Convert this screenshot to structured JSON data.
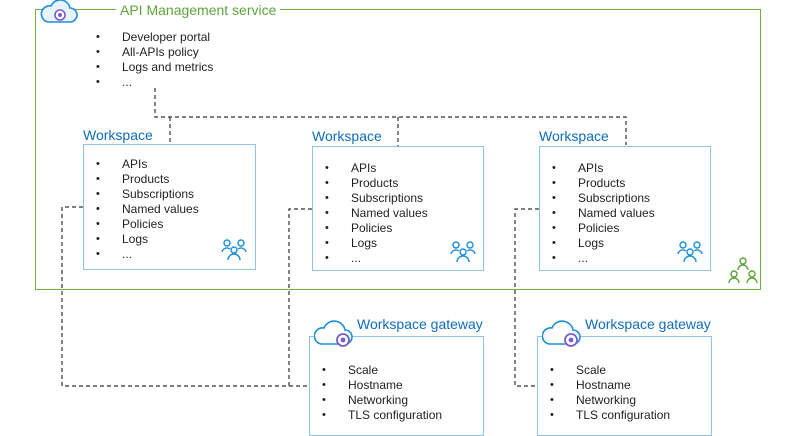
{
  "service": {
    "title": "API Management service",
    "items": [
      "Developer portal",
      "All-APIs policy",
      "Logs and metrics",
      "..."
    ]
  },
  "workspaces": [
    {
      "title": "Workspace",
      "items": [
        "APIs",
        "Products",
        "Subscriptions",
        "Named values",
        "Policies",
        "Logs",
        "..."
      ]
    },
    {
      "title": "Workspace",
      "items": [
        "APIs",
        "Products",
        "Subscriptions",
        "Named values",
        "Policies",
        "Logs",
        "..."
      ]
    },
    {
      "title": "Workspace",
      "items": [
        "APIs",
        "Products",
        "Subscriptions",
        "Named values",
        "Policies",
        "Logs",
        "..."
      ]
    }
  ],
  "gateways": [
    {
      "title": "Workspace gateway",
      "items": [
        "Scale",
        "Hostname",
        "Networking",
        "TLS configuration"
      ]
    },
    {
      "title": "Workspace gateway",
      "items": [
        "Scale",
        "Hostname",
        "Networking",
        "TLS configuration"
      ]
    }
  ],
  "colors": {
    "service_border": "#72b043",
    "box_border": "#8fc4ea",
    "title_blue": "#0f6cbd",
    "connector": "#333333",
    "group_icon": "#5ea33a",
    "users_icon": "#1a8fd8"
  },
  "icons": {
    "service": "cloud-api-management-icon",
    "workspace_users": "users-group-icon",
    "service_group": "hierarchy-users-icon",
    "gateway": "cloud-gateway-icon"
  }
}
